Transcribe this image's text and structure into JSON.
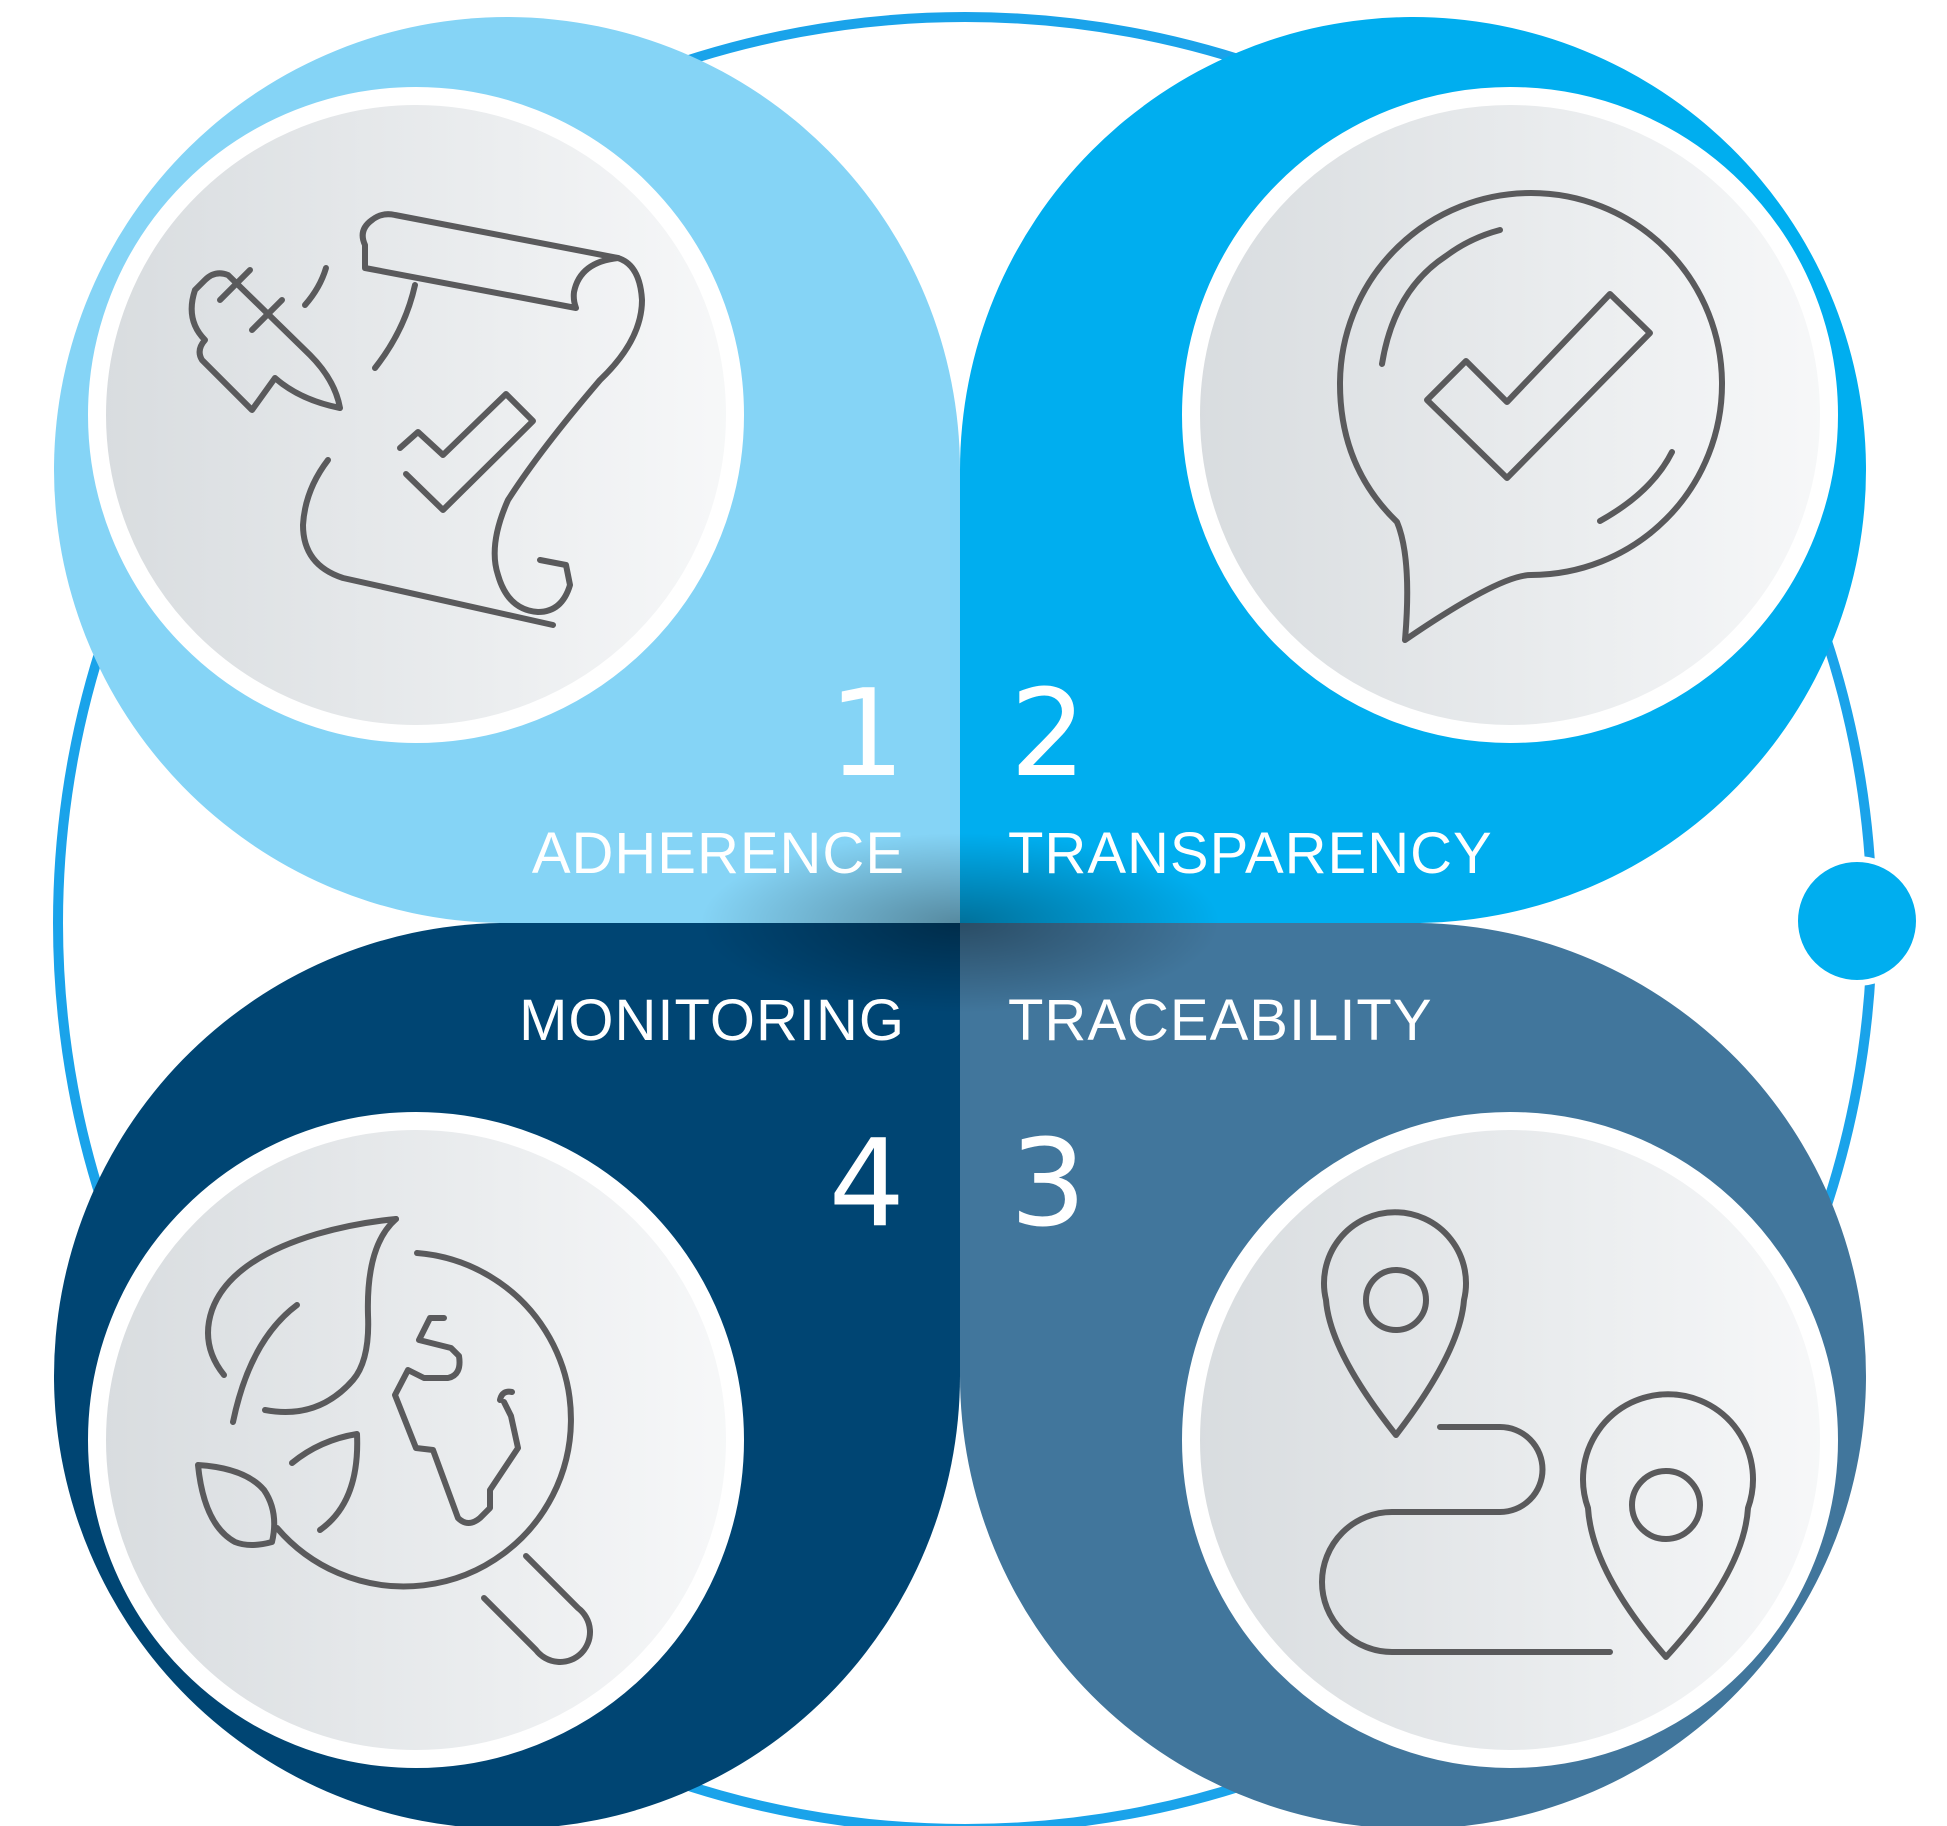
{
  "colors": {
    "ring": "#1aa3ea",
    "segment_1": "#85d4f6",
    "segment_2": "#00aeef",
    "segment_3": "#41769c",
    "segment_4": "#004573",
    "icon_disc_fill": "#eaecee",
    "icon_disc_border": "#ffffff",
    "icon_stroke": "#5a5a5c",
    "text": "#ffffff"
  },
  "segments": [
    {
      "number": "1",
      "label": "ADHERENCE",
      "icon": "contract-scroll-pen-icon"
    },
    {
      "number": "2",
      "label": "TRANSPARENCY",
      "icon": "speech-bubble-check-icon"
    },
    {
      "number": "3",
      "label": "TRACEABILITY",
      "icon": "route-map-pins-icon"
    },
    {
      "number": "4",
      "label": "MONITORING",
      "icon": "globe-magnifier-leaves-icon"
    }
  ]
}
